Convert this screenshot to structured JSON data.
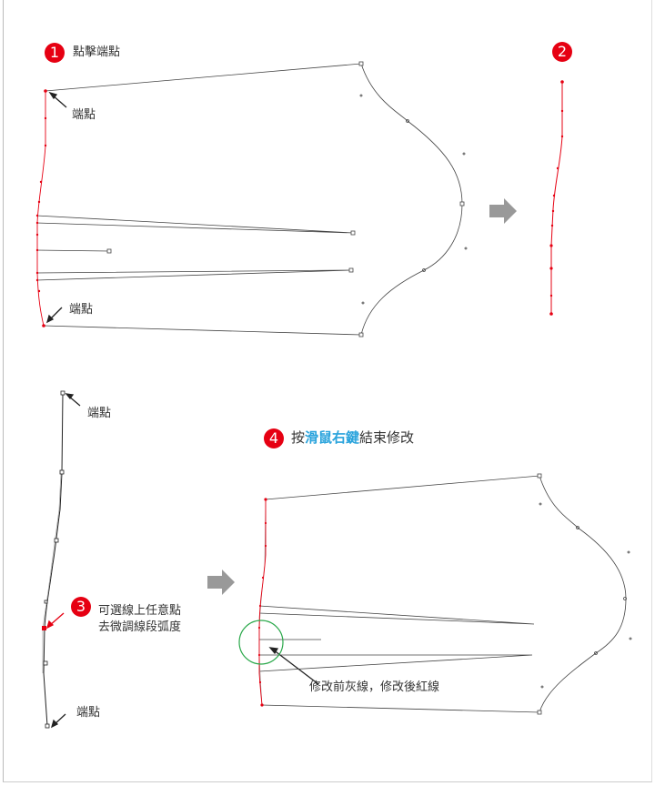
{
  "step1": {
    "number": "1",
    "title": "點擊端點",
    "endpoint_top": "端點",
    "endpoint_bottom": "端點"
  },
  "step2": {
    "number": "2"
  },
  "step3": {
    "number": "3",
    "line1": "可選線上任意點",
    "line2": "去微調線段弧度",
    "endpoint_top": "端點",
    "endpoint_bottom": "端點"
  },
  "step4": {
    "number": "4",
    "prefix": "按",
    "highlight": "滑鼠右鍵",
    "suffix": "結束修改",
    "note": "修改前灰線，修改後紅線"
  },
  "colors": {
    "red": "#e60012",
    "blue": "#29a3dc",
    "green": "#2aa84a",
    "arrow": "#999999"
  }
}
